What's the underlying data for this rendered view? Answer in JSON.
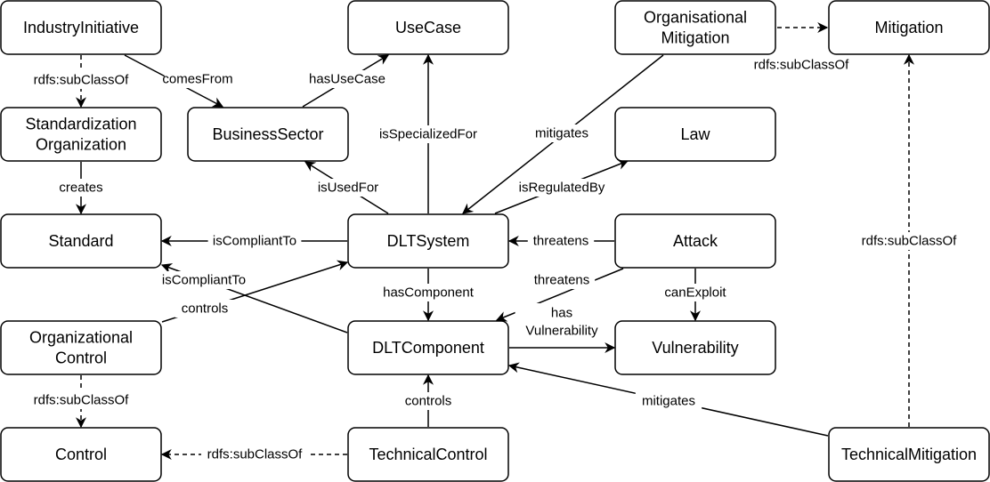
{
  "nodes": {
    "industry_initiative": [
      "IndustryInitiative"
    ],
    "use_case": [
      "UseCase"
    ],
    "organisational_mitigation": [
      "Organisational",
      "Mitigation"
    ],
    "mitigation": [
      "Mitigation"
    ],
    "standardization_organization": [
      "Standardization",
      "Organization"
    ],
    "business_sector": [
      "BusinessSector"
    ],
    "law": [
      "Law"
    ],
    "standard": [
      "Standard"
    ],
    "dlt_system": [
      "DLTSystem"
    ],
    "attack": [
      "Attack"
    ],
    "organizational_control": [
      "Organizational",
      "Control"
    ],
    "dlt_component": [
      "DLTComponent"
    ],
    "vulnerability": [
      "Vulnerability"
    ],
    "control": [
      "Control"
    ],
    "technical_control": [
      "TechnicalControl"
    ],
    "technical_mitigation": [
      "TechnicalMitigation"
    ]
  },
  "edges": [
    {
      "id": "e1",
      "from": "industry_initiative",
      "to": "standardization_organization",
      "label": [
        "rdfs:subClassOf"
      ],
      "style": "dashed"
    },
    {
      "id": "e2",
      "from": "industry_initiative",
      "to": "business_sector",
      "label": [
        "comesFrom"
      ],
      "style": "solid"
    },
    {
      "id": "e3",
      "from": "business_sector",
      "to": "use_case",
      "label": [
        "hasUseCase"
      ],
      "style": "solid"
    },
    {
      "id": "e4",
      "from": "organisational_mitigation",
      "to": "mitigation",
      "label": [
        "rdfs:subClassOf"
      ],
      "style": "dashed"
    },
    {
      "id": "e5",
      "from": "organisational_mitigation",
      "to": "dlt_system",
      "label": [
        "mitigates"
      ],
      "style": "solid"
    },
    {
      "id": "e6",
      "from": "dlt_system",
      "to": "use_case",
      "label": [
        "isSpecializedFor"
      ],
      "style": "solid"
    },
    {
      "id": "e7",
      "from": "dlt_system",
      "to": "business_sector",
      "label": [
        "isUsedFor"
      ],
      "style": "solid"
    },
    {
      "id": "e8",
      "from": "dlt_system",
      "to": "law",
      "label": [
        "isRegulatedBy"
      ],
      "style": "solid"
    },
    {
      "id": "e9",
      "from": "standardization_organization",
      "to": "standard",
      "label": [
        "creates"
      ],
      "style": "solid"
    },
    {
      "id": "e10",
      "from": "dlt_system",
      "to": "standard",
      "label": [
        "isCompliantTo"
      ],
      "style": "solid"
    },
    {
      "id": "e11",
      "from": "attack",
      "to": "dlt_system",
      "label": [
        "threatens"
      ],
      "style": "solid"
    },
    {
      "id": "e12",
      "from": "dlt_component",
      "to": "standard",
      "label": [
        "isCompliantTo"
      ],
      "style": "solid"
    },
    {
      "id": "e13",
      "from": "organizational_control",
      "to": "dlt_system",
      "label": [
        "controls"
      ],
      "style": "solid"
    },
    {
      "id": "e14",
      "from": "dlt_system",
      "to": "dlt_component",
      "label": [
        "hasComponent"
      ],
      "style": "solid"
    },
    {
      "id": "e15",
      "from": "attack",
      "to": "dlt_component",
      "label": [
        "threatens"
      ],
      "style": "solid"
    },
    {
      "id": "e16",
      "from": "attack",
      "to": "vulnerability",
      "label": [
        "canExploit"
      ],
      "style": "solid"
    },
    {
      "id": "e17",
      "from": "dlt_component",
      "to": "vulnerability",
      "label": [
        "has",
        "Vulnerability"
      ],
      "style": "solid"
    },
    {
      "id": "e18",
      "from": "organizational_control",
      "to": "control",
      "label": [
        "rdfs:subClassOf"
      ],
      "style": "dashed"
    },
    {
      "id": "e19",
      "from": "technical_control",
      "to": "control",
      "label": [
        "rdfs:subClassOf"
      ],
      "style": "dashed"
    },
    {
      "id": "e20",
      "from": "technical_control",
      "to": "dlt_component",
      "label": [
        "controls"
      ],
      "style": "solid"
    },
    {
      "id": "e21",
      "from": "technical_mitigation",
      "to": "dlt_component",
      "label": [
        "mitigates"
      ],
      "style": "solid"
    },
    {
      "id": "e22",
      "from": "technical_mitigation",
      "to": "mitigation",
      "label": [
        "rdfs:subClassOf"
      ],
      "style": "dashed"
    }
  ]
}
